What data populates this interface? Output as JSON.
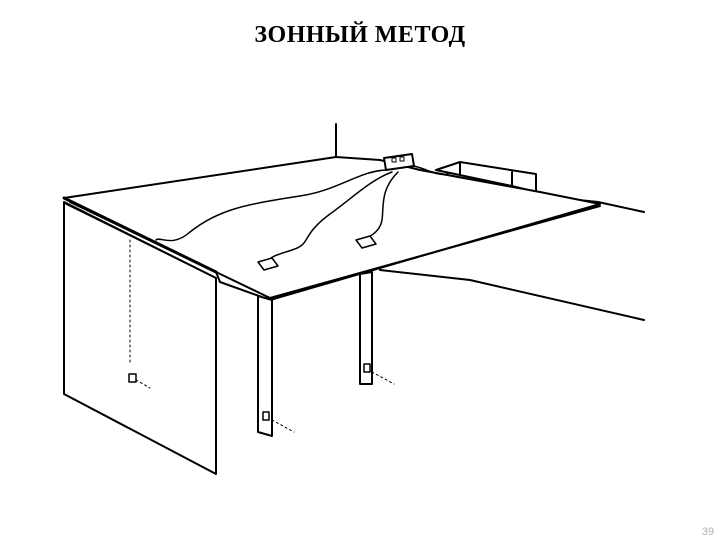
{
  "slide": {
    "title": "ЗОННЫЙ МЕТОД",
    "page_number": "39"
  },
  "illustration": {
    "subject": "desk-with-cable-zone-outlets",
    "stroke_color": "#000000",
    "fill_color": "#ffffff"
  }
}
